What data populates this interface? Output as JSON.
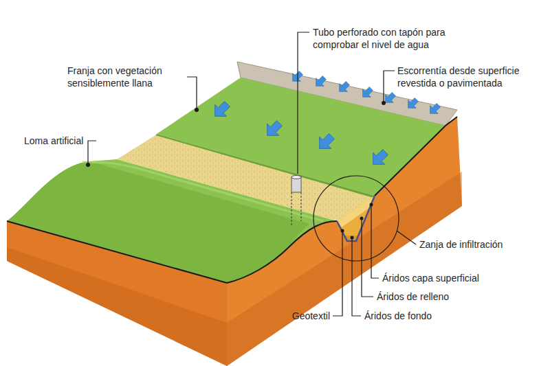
{
  "diagram": {
    "labels": [
      "Tubo perforado con tapón para comprobar el nivel de agua",
      "Franja con vegetación sensiblemente llana",
      "Escorrentía desde superficie revestida o pavimentada",
      "Loma artificial",
      "Zanja de infiltración",
      "Áridos capa superficial",
      "Áridos de relleno",
      "Geotextil",
      "Áridos de fondo"
    ]
  }
}
